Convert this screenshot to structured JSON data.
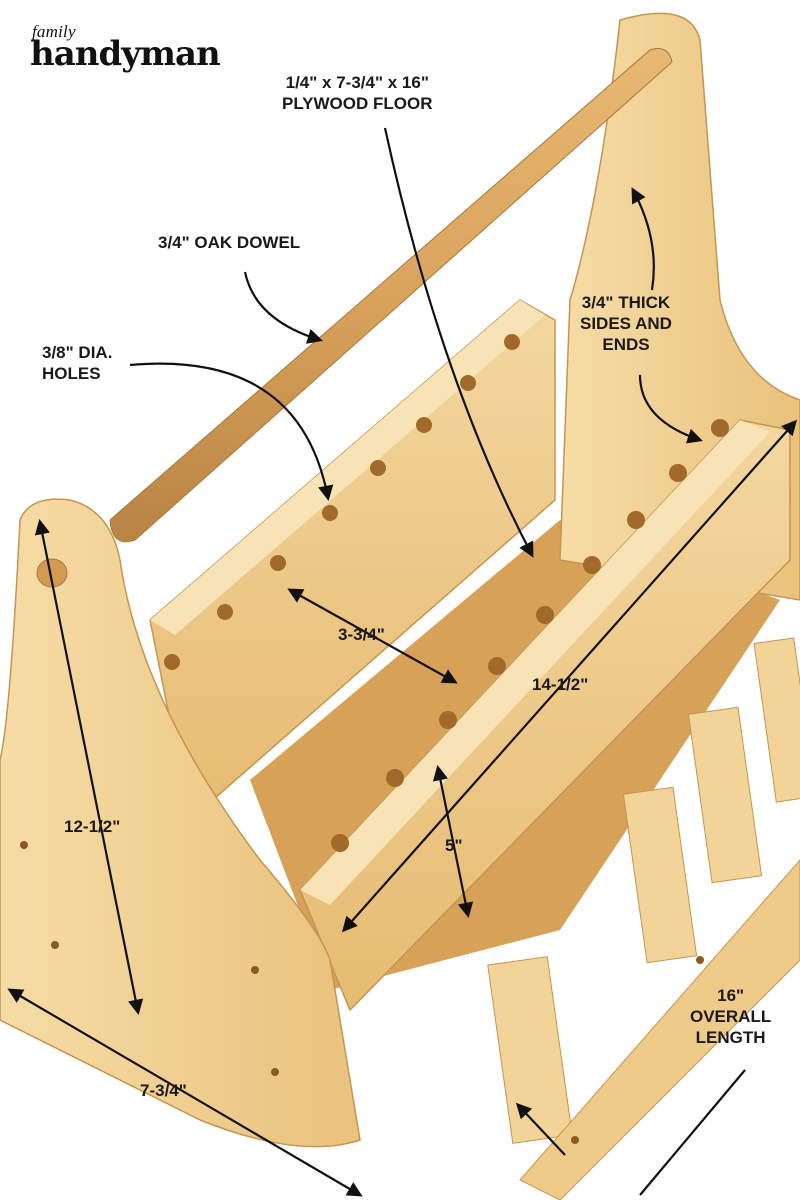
{
  "brand": {
    "line1": "family",
    "line2": "handyman"
  },
  "annotations": {
    "plywood_floor": [
      "1/4\" x 7-3/4\" x 16\"",
      "PLYWOOD FLOOR"
    ],
    "oak_dowel": "3/4\" OAK DOWEL",
    "holes": [
      "3/8\" DIA.",
      "HOLES"
    ],
    "thick_sides": [
      "3/4\" THICK",
      "SIDES AND",
      "ENDS"
    ],
    "inner_width": "3-3/4\"",
    "side_length": "14-1/2\"",
    "side_height": "5\"",
    "end_height": "12-1/2\"",
    "overall_width": "7-3/4\"",
    "overall_length": [
      "16\"",
      "OVERALL",
      "LENGTH"
    ]
  },
  "colors": {
    "wood_light": "#f3d59a",
    "wood_mid": "#e7bd73",
    "wood_dark": "#c9964e",
    "dowel": "#d9a35c",
    "arrow": "#111111"
  }
}
